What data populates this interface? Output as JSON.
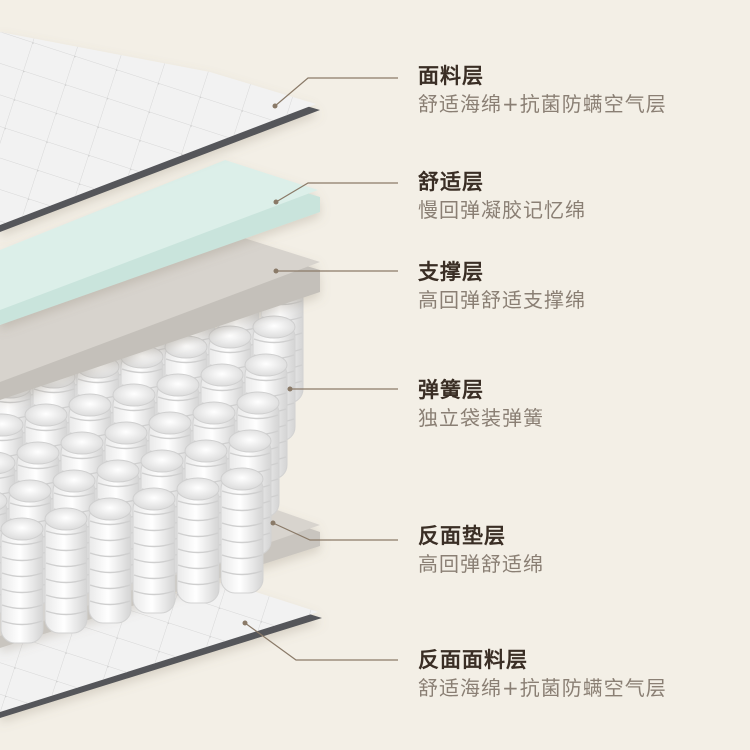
{
  "layers": [
    {
      "name": "面料层",
      "description": "舒适海绵+抗菌防螨空气层"
    },
    {
      "name": "舒适层",
      "description": "慢回弹凝胶记忆绵"
    },
    {
      "name": "支撑层",
      "description": "高回弹舒适支撑绵"
    },
    {
      "name": "弹簧层",
      "description": "独立袋装弹簧"
    },
    {
      "name": "反面垫层",
      "description": "高回弹舒适绵"
    },
    {
      "name": "反面面料层",
      "description": "舒适海绵+抗菌防螨空气层"
    }
  ],
  "colors": {
    "background": "#f3efe6",
    "fabric": "#f2f2f2",
    "fabric_edge": "#55565a",
    "gel_foam": "#dcefe9",
    "support_foam": "#d7d3cd",
    "spring": "#f7f7f7",
    "leader_line": "#8a7a68",
    "title_text": "#3a2e25",
    "desc_text": "#8a7f74"
  }
}
